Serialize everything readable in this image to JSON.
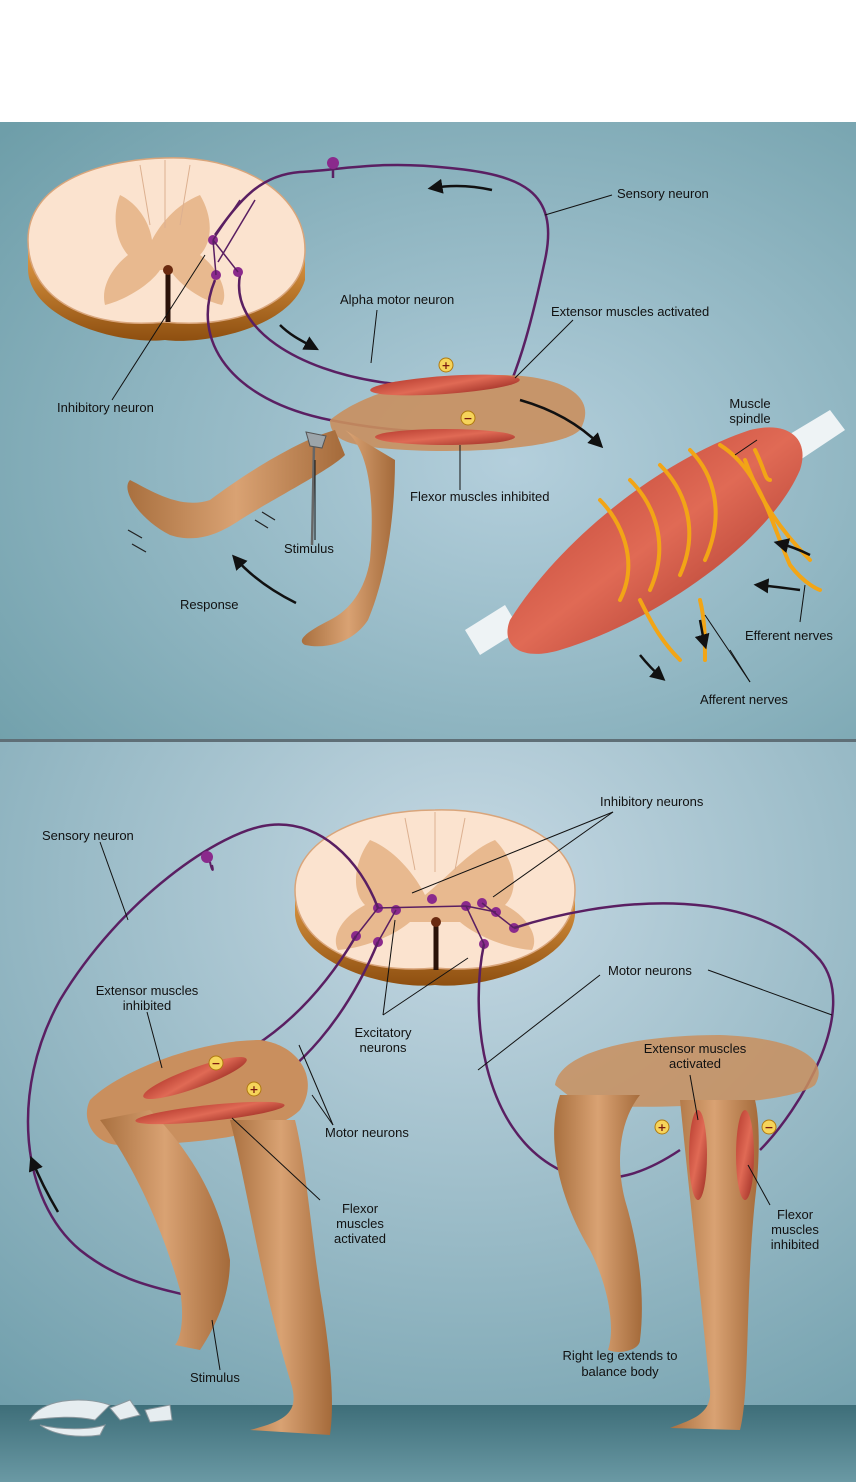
{
  "colors": {
    "background_top": "#7aa7b2",
    "background_mid": "#a9c6d4",
    "divider": "#5f6f77",
    "spinal_cord": "#fbe3cf",
    "gray_matter": "#e8b98f",
    "cord_rim": "#c8781c",
    "neuron": "#5a1f62",
    "neuron_node": "#8a2a8c",
    "muscle": "#c6483a",
    "skin": "#c98f5e",
    "afferent_nerve": "#f2a516",
    "floor": "#4f7d88"
  },
  "panel_top": {
    "labels": {
      "sensory_neuron": "Sensory neuron",
      "alpha_motor_neuron": "Alpha motor neuron",
      "extensor_activated": "Extensor muscles activated",
      "inhibitory_neuron": "Inhibitory neuron",
      "muscle_spindle_1": "Muscle",
      "muscle_spindle_2": "spindle",
      "flexor_inhibited": "Flexor muscles inhibited",
      "stimulus": "Stimulus",
      "response": "Response",
      "efferent_nerves": "Efferent nerves",
      "afferent_nerves": "Afferent nerves"
    }
  },
  "panel_bottom": {
    "labels": {
      "inhibitory_neurons": "Inhibitory neurons",
      "sensory_neuron": "Sensory neuron",
      "motor_neurons_right": "Motor neurons",
      "extensor_inhibited_1": "Extensor muscles",
      "extensor_inhibited_2": "inhibited",
      "excitatory_1": "Excitatory",
      "excitatory_2": "neurons",
      "extensor_activated_1": "Extensor muscles",
      "extensor_activated_2": "activated",
      "motor_neurons_left": "Motor neurons",
      "flexor_activated_1": "Flexor",
      "flexor_activated_2": "muscles",
      "flexor_activated_3": "activated",
      "flexor_inhibited_1": "Flexor",
      "flexor_inhibited_2": "muscles",
      "flexor_inhibited_3": "inhibited",
      "right_leg_1": "Right leg extends to",
      "right_leg_2": "balance body",
      "stimulus": "Stimulus"
    }
  },
  "signs": {
    "plus": "+",
    "minus": "−"
  }
}
